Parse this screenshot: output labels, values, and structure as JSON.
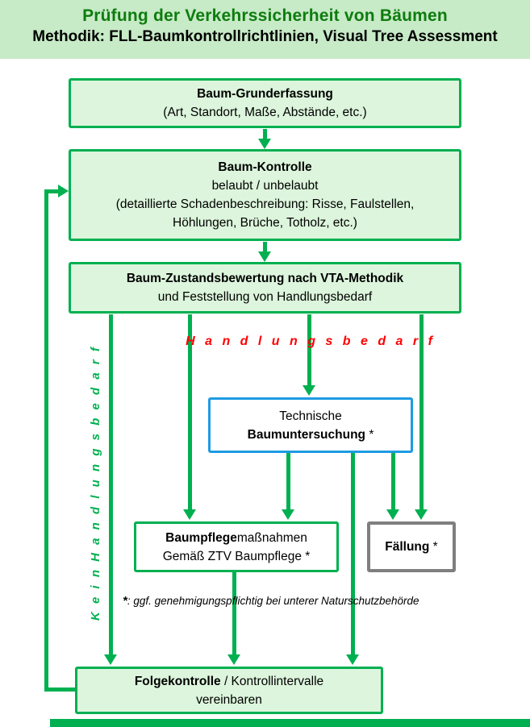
{
  "header": {
    "title": "Prüfung der Verkehrssicherheit von Bäumen",
    "subtitle": "Methodik: FLL-Baumkontrollrichtlinien, Visual Tree Assessment"
  },
  "boxes": {
    "grunderfassung": {
      "line1": "Baum-Grunderfassung",
      "line2": "(Art, Standort, Maße, Abstände, etc.)"
    },
    "kontrolle": {
      "line1": "Baum-Kontrolle",
      "line2": "belaubt / unbelaubt",
      "line3": "(detaillierte Schadenbeschreibung: Risse, Faulstellen,",
      "line4": "Höhlungen, Brüche, Totholz, etc.)"
    },
    "zustandsbewertung": {
      "line1": "Baum-Zustandsbewertung nach VTA-Methodik",
      "line2": "und Feststellung von Handlungsbedarf"
    },
    "technische_untersuchung": {
      "line1": "Technische",
      "line2_bold": "Baumuntersuchung",
      "line2_suffix": " *"
    },
    "baumpflege": {
      "line1_bold": "Baumpflege",
      "line1_rest": "maßnahmen",
      "line2": "Gemäß ZTV Baumpflege *"
    },
    "faellung": {
      "label_bold": "Fällung",
      "label_suffix": " *"
    },
    "folgekontrolle": {
      "line1_bold": "Folgekontrolle",
      "line1_rest": " / Kontrollintervalle",
      "line2": "vereinbaren"
    }
  },
  "labels": {
    "handlungsbedarf": "H a n d l u n g s b e d a r f",
    "kein_handlungsbedarf": "K e i n   H a n d l u n g s b e d a r f",
    "footnote_star": "*",
    "footnote_text": ": ggf. genehmigungspflichtig bei unterer Naturschutzbehörde"
  },
  "colors": {
    "green": "#00b050",
    "green-fill": "#dcf5dc",
    "header-bg": "#c7eac7",
    "title-green": "#0e7c0e",
    "blue": "#1e9be2",
    "gray": "#7f7f7f",
    "red": "#ff0000"
  }
}
